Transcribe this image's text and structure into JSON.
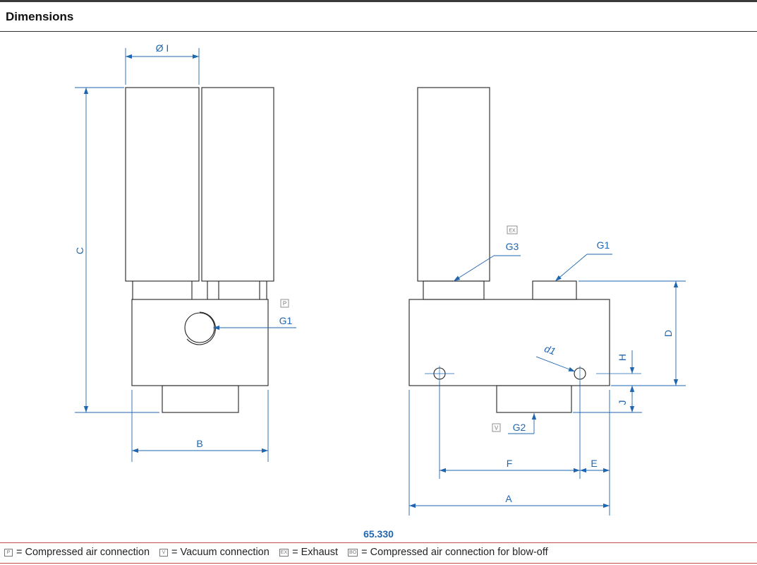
{
  "header": {
    "title": "Dimensions"
  },
  "drawing": {
    "dim_labels": {
      "phi_i": "Ø I",
      "b": "B",
      "c": "C",
      "a": "A",
      "f": "F",
      "e": "E",
      "d": "D",
      "h": "H",
      "j": "J",
      "d1": "d1"
    },
    "connection_labels": {
      "left_g1": "G1",
      "right_g1": "G1",
      "g2": "G2",
      "g3": "G3"
    },
    "symbol_tags": {
      "p": "P",
      "v": "V",
      "ex": "EX"
    }
  },
  "caption": "65.330",
  "legend": [
    {
      "tag": "P",
      "text": "= Compressed air connection"
    },
    {
      "tag": "V",
      "text": "= Vacuum connection"
    },
    {
      "tag": "EX",
      "text": "= Exhaust"
    },
    {
      "tag": "BO",
      "text": "= Compressed air connection for blow-off"
    }
  ],
  "colors": {
    "dimension": "#1f66b0",
    "outline": "#222222",
    "legend_rule": "#c0504d"
  }
}
